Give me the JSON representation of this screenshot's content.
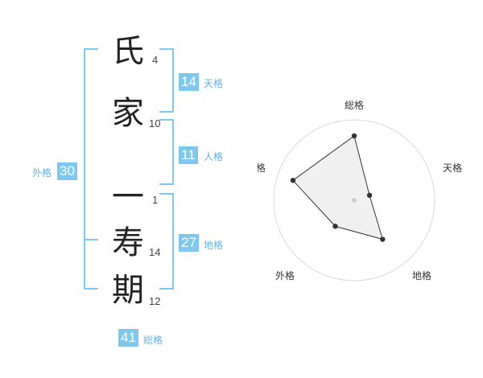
{
  "name": {
    "chars": [
      {
        "char": "氏",
        "strokes": "4"
      },
      {
        "char": "家",
        "strokes": "10"
      },
      {
        "char": "一",
        "strokes": "1"
      },
      {
        "char": "寿",
        "strokes": "14"
      },
      {
        "char": "期",
        "strokes": "12"
      }
    ]
  },
  "fortune": {
    "tenkaku": {
      "value": "14",
      "label": "天格"
    },
    "jinkaku": {
      "value": "11",
      "label": "人格"
    },
    "chikaku": {
      "value": "27",
      "label": "地格"
    },
    "gaikaku": {
      "value": "30",
      "label": "外格"
    },
    "soukaku": {
      "value": "41",
      "label": "総格"
    }
  },
  "colors": {
    "accent": "#7ec8f0",
    "label": "#5fb3e6"
  },
  "chart_data": {
    "type": "radar",
    "axes": [
      "総格",
      "天格",
      "地格",
      "外格",
      "人格"
    ],
    "values": [
      0.8,
      0.2,
      0.6,
      0.4,
      0.8
    ],
    "rings": 4,
    "grid": true
  }
}
